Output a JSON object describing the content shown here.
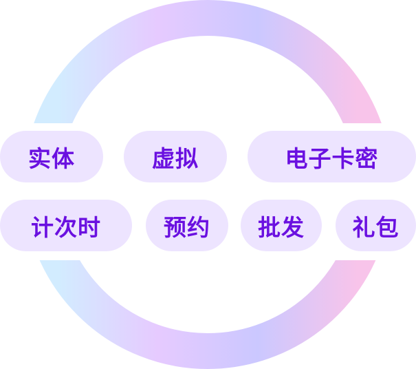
{
  "colors": {
    "pill_bg": "#ede4ff",
    "pill_text": "#6a10e0",
    "ring_gradient": [
      "#d2ecff",
      "#e6caff",
      "#cbc8ff",
      "#f8c4ea"
    ]
  },
  "rows": [
    [
      {
        "label": "实体"
      },
      {
        "label": "虚拟"
      },
      {
        "label": "电子卡密"
      }
    ],
    [
      {
        "label": "计次时"
      },
      {
        "label": "预约"
      },
      {
        "label": "批发"
      },
      {
        "label": "礼包"
      }
    ]
  ]
}
